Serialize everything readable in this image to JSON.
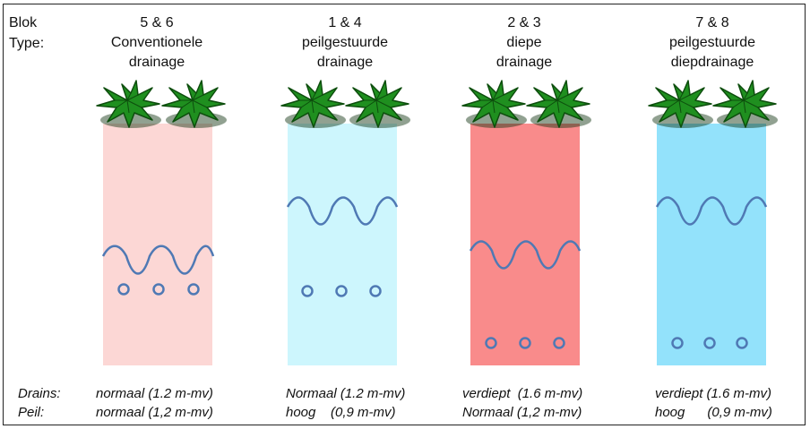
{
  "header": {
    "blok_label": "Blok",
    "type_label": "Type:"
  },
  "columns": [
    {
      "blok": "5 & 6",
      "type_lines": [
        "Conventionele",
        "drainage"
      ],
      "color": "#fcd7d5",
      "drains": "normaal (1.2 m-mv)",
      "peil": "normaal (1,2 m-mv)"
    },
    {
      "blok": "1 & 4",
      "type_lines": [
        "peilgestuurde",
        "drainage"
      ],
      "color": "#cdf6fd",
      "drains": "Normaal (1.2 m-mv)",
      "peil": "hoog    (0,9 m-mv)"
    },
    {
      "blok": "2  & 3",
      "type_lines": [
        "diepe",
        "drainage"
      ],
      "color": "#f98b8b",
      "drains": "verdiept  (1.6 m-mv)",
      "peil": "Normaal (1,2 m-mv)"
    },
    {
      "blok": "7 & 8",
      "type_lines": [
        "peilgestuurde",
        "diepdrainage"
      ],
      "color": "#93e2fb",
      "drains": "verdiept (1.6 m-mv)",
      "peil": "hoog      (0,9 m-mv)"
    }
  ],
  "footer": {
    "drains_label": "Drains:",
    "peil_label": "Peil:"
  },
  "colors": {
    "wave": "#4f79b4",
    "plant": "#1f8f1f",
    "plant_dark": "#0d4d0d"
  }
}
